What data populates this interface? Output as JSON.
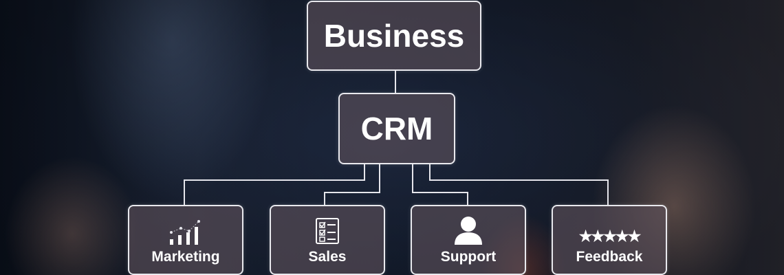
{
  "diagram": {
    "root": {
      "label": "Business"
    },
    "center": {
      "label": "CRM"
    },
    "children": [
      {
        "label": "Marketing",
        "icon": "bar-chart-icon"
      },
      {
        "label": "Sales",
        "icon": "checklist-icon"
      },
      {
        "label": "Support",
        "icon": "user-icon"
      },
      {
        "label": "Feedback",
        "icon": "five-stars-icon",
        "glyph": "★★★★★"
      }
    ],
    "colors": {
      "line": "#e6e6ec",
      "box_fill": "#5f525c",
      "text": "#ffffff"
    }
  }
}
